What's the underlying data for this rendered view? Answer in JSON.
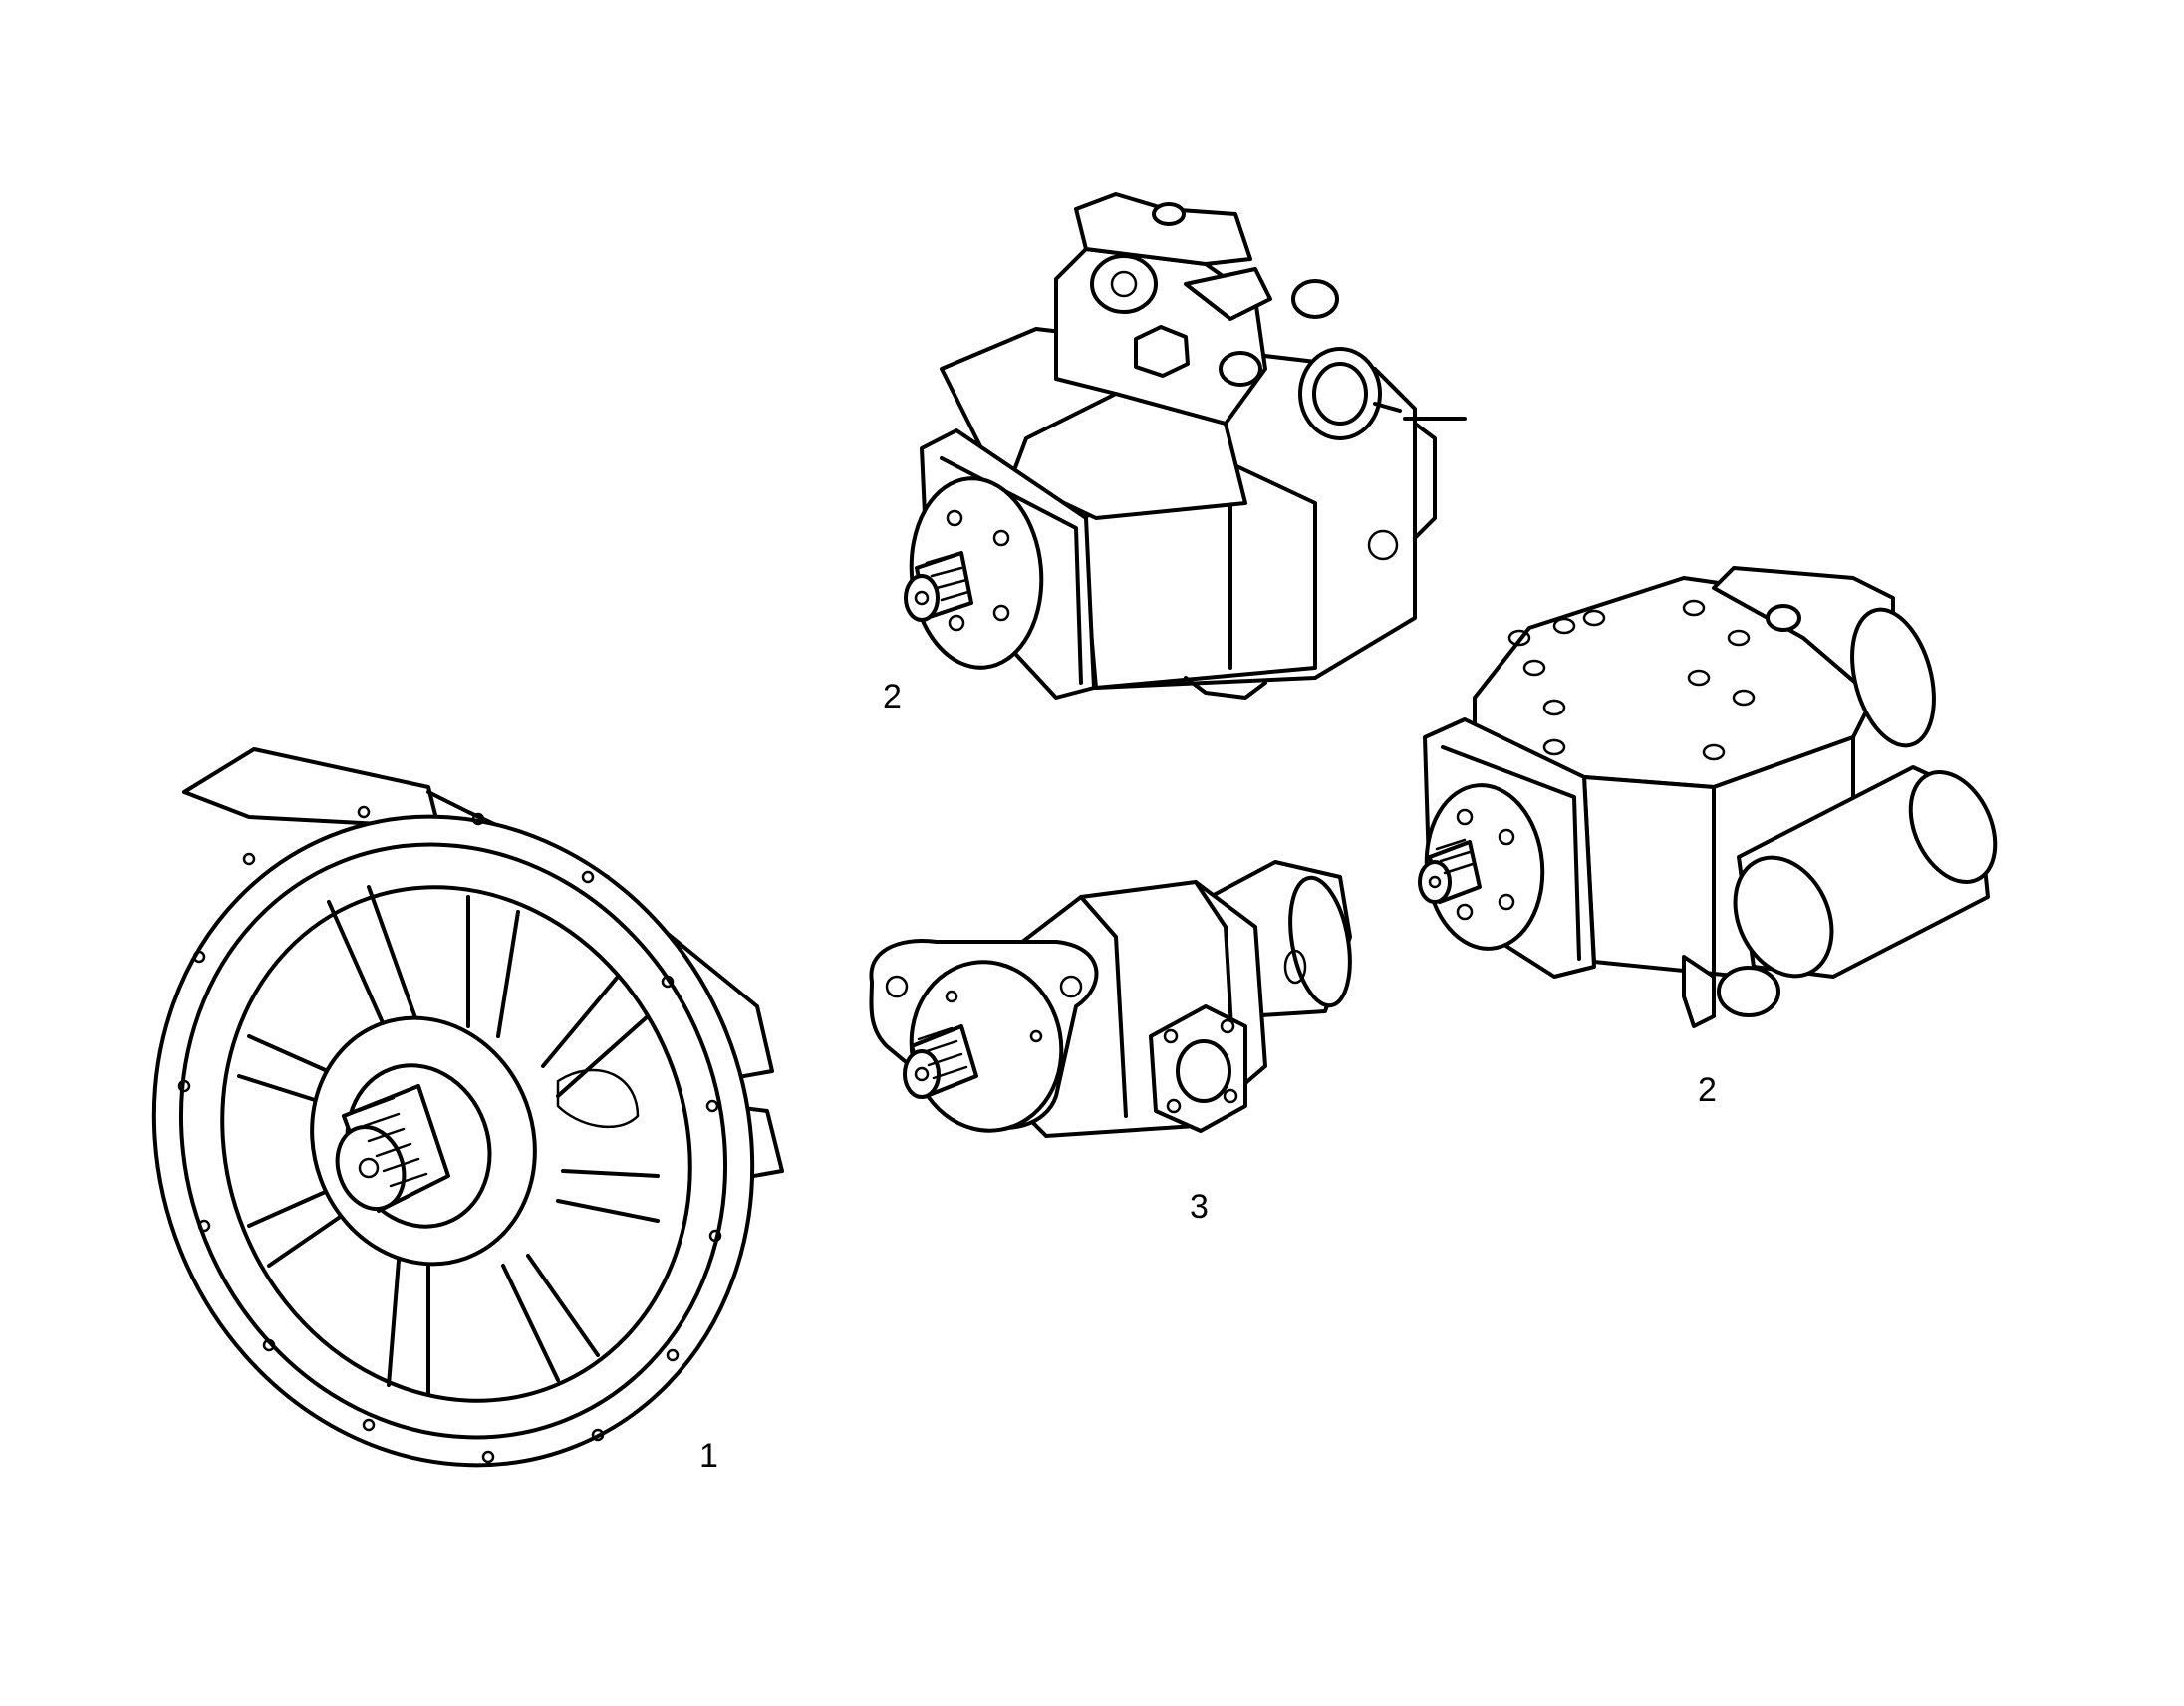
{
  "callouts": {
    "item_1": "1",
    "item_2_top": "2",
    "item_2_right": "2",
    "item_3": "3"
  },
  "colors": {
    "line": "#000000",
    "background": "#ffffff"
  }
}
